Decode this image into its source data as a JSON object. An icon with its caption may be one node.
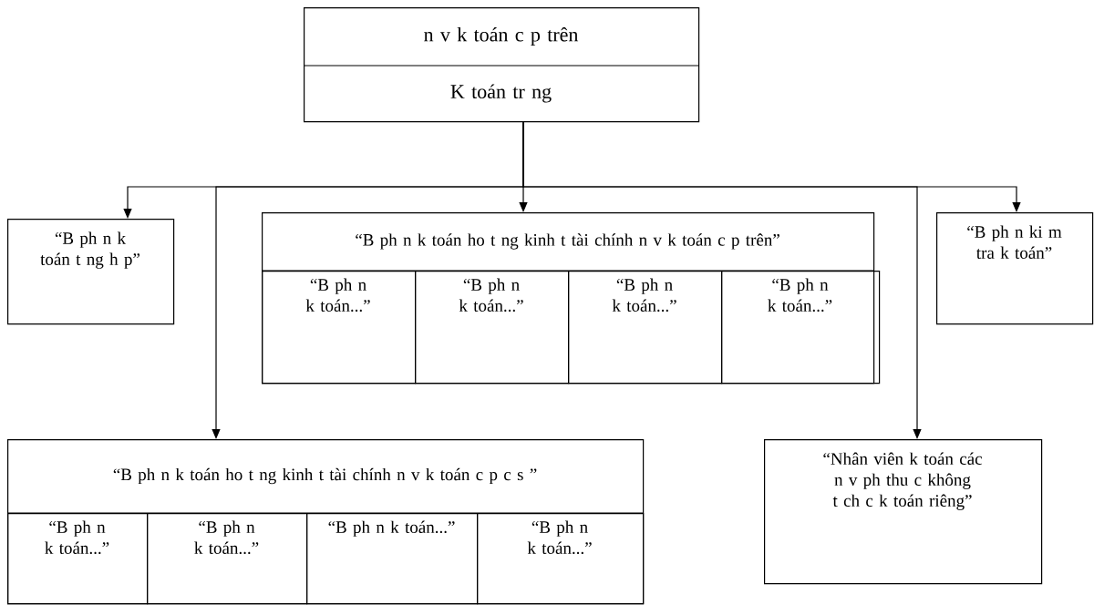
{
  "diagram": {
    "nodes": [
      {
        "text": [
          "n v k toán c p trên",
          "K toán tr ng"
        ]
      },
      {
        "text": [
          "“B ph n k toán t ng h p”"
        ]
      },
      {
        "text": [
          "“B ph n k toán ho t ng kinh t tài chính n v k toán c p trên”"
        ]
      },
      {
        "text": [
          "“B ph n k toán...”"
        ],
        "in": 2
      },
      {
        "text": [
          "“B ph n k toán...”"
        ],
        "in": 2
      },
      {
        "text": [
          "“B ph n k toán...”"
        ],
        "in": 2
      },
      {
        "text": [
          "“B ph n k toán...”"
        ],
        "in": 2
      },
      {
        "text": [
          "“B ph n ki m tra k toán”"
        ]
      },
      {
        "text": [
          "“B ph n k toán ho t ng kinh t tài chính n v k toán c p c s ”"
        ]
      },
      {
        "text": [
          "“B ph n k toán...”"
        ],
        "in": 8
      },
      {
        "text": [
          "“B ph n k toán...”"
        ],
        "in": 8
      },
      {
        "text": [
          "“B ph n k toán...”"
        ],
        "in": 8
      },
      {
        "text": [
          "“B ph n k toán...”"
        ],
        "in": 8
      },
      {
        "text": [
          "“Nhân viên k toán các n v ph thu c không t ch c k toán riêng”"
        ]
      }
    ],
    "edges": [
      {
        "from": 0,
        "to": 1,
        "arrow": "to"
      },
      {
        "from": 0,
        "to": 8,
        "arrow": "to"
      },
      {
        "from": 0,
        "to": 2,
        "arrow": "to"
      },
      {
        "from": 0,
        "to": 13,
        "arrow": "to"
      },
      {
        "from": 0,
        "to": 7,
        "arrow": "to"
      }
    ]
  }
}
